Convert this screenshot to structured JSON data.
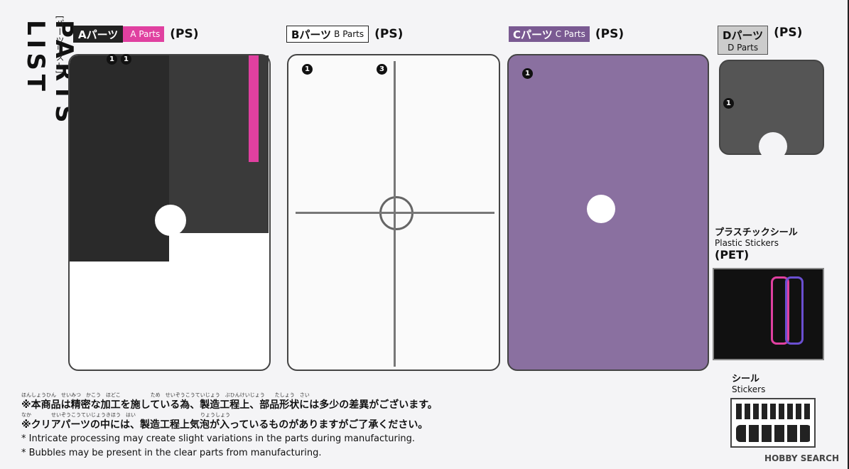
{
  "title": {
    "main": "PARTS LIST",
    "sub": "[パーツリスト]"
  },
  "parts": [
    {
      "id": "A",
      "jp": "Aパーツ",
      "en": "A Parts",
      "ps": "(PS)",
      "color": "#2a2a2a"
    },
    {
      "id": "B",
      "jp": "Bパーツ",
      "en": "B Parts",
      "ps": "(PS)",
      "color": "#ffffff"
    },
    {
      "id": "C",
      "jp": "Cパーツ",
      "en": "C Parts",
      "ps": "(PS)",
      "color": "#8a70a0"
    },
    {
      "id": "D",
      "jp": "Dパーツ",
      "en": "D Parts",
      "ps": "(PS)",
      "color": "#4a4a4a"
    }
  ],
  "stickers": {
    "plastic_jp": "プラスチックシール",
    "plastic_en": "Plastic Stickers",
    "plastic_pet": "(PET)",
    "seal_jp": "シール",
    "seal_en": "Stickers"
  },
  "notes": {
    "ruby1": "ほんしょうひん　せいみつ　かこう　ほどこ　　　　　　ため　せいぞうこうていじょう　ぶひんけいじょう　　たしょう　さい",
    "line1": "※本商品は精密な加工を施している為、製造工程上、部品形状には多少の差異がございます。",
    "ruby2": "なか　　　　せいぞうこうていじょうきほう　はい　　　　　　　　　　　　　りょうしょう",
    "line2": "※クリアパーツの中には、製造工程上気泡が入っているものがありますがご了承ください。",
    "line3": "* Intricate processing may create slight variations in the parts during manufacturing.",
    "line4": "* Bubbles may be present in the clear parts from manufacturing."
  },
  "watermark": "HOBBY SEARCH"
}
